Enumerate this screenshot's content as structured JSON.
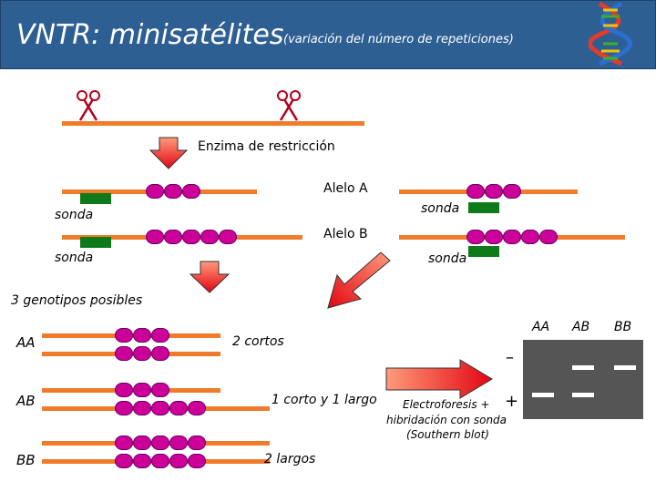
{
  "header": {
    "title": "VNTR: minisatélites",
    "subtitle": "(variación del número de repeticiones)"
  },
  "labels": {
    "enzyme": "Enzima de restricción",
    "allele_a": "Alelo A",
    "allele_b": "Alelo B",
    "probe": "sonda",
    "genotypes_title": "3 genotipos posibles"
  },
  "genotypes": [
    {
      "name": "AA",
      "result": "2 cortos"
    },
    {
      "name": "AB",
      "result": "1 corto y 1 largo"
    },
    {
      "name": "BB",
      "result": "2 largos"
    }
  ],
  "electrophoresis": {
    "label_line1": "Electroforesis +",
    "label_line2": "hibridación con sonda",
    "label_line3": "(Southern blot)",
    "plus_sign": "+",
    "minus_sign": "–",
    "lanes": [
      "AA",
      "AB",
      "BB"
    ]
  },
  "colors": {
    "header_bg": "#2e5f93",
    "dna_bar": "#f07b2b",
    "repeat_unit": "#cc0099",
    "probe": "#0f7a1a",
    "arrow": "#e30613",
    "gel": "#555555"
  },
  "icons": [
    "scissors-icon",
    "dna-helix-icon",
    "down-arrow-icon",
    "right-arrow-icon"
  ]
}
